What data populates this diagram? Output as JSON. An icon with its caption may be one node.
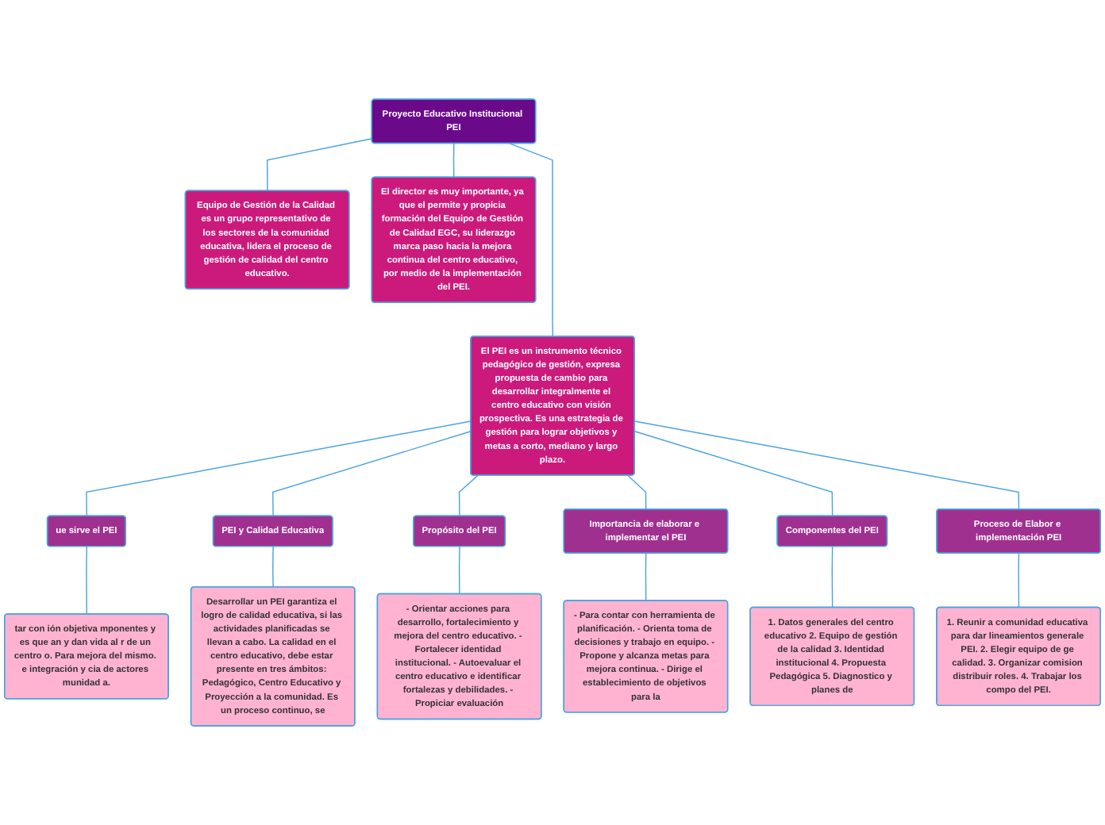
{
  "diagram": {
    "nodes": [
      {
        "text": [
          "Proyecto Educativo Institucional PEI"
        ]
      },
      {
        "text": [
          "Equipo de Gestión de la Calidad es un grupo representativo de los sectores de la comunidad educativa, lidera el proceso de gestión de calidad del centro educativo."
        ]
      },
      {
        "text": [
          "El PEI es un instrumento técnico pedagógico de gestión, expresa propuesta de cambio para desarrollar integralmente el centro educativo con visión prospectiva. Es una estrategia de gestión para lograr objetivos y metas a corto, mediano y largo plazo."
        ]
      },
      {
        "text": [
          "El director es muy importante, ya que el permite y propicia formación del Equipo de Gestión de Calidad EGC, su liderazgo marca paso hacia la mejora continua del centro educativo, por medio de la implementación del PEI."
        ]
      },
      {
        "text": [
          "ue sirve el PEI"
        ]
      },
      {
        "text": [
          "tar con ión objetiva mponentes y es que an y dan vida al r de un centro o. Para mejora del mismo. e integración y cia de actores munidad a."
        ]
      },
      {
        "text": [
          "PEI y Calidad Educativa"
        ]
      },
      {
        "text": [
          "Desarrollar un PEI garantiza el logro de calidad educativa, si las actividades planificadas se llevan a cabo. La calidad en el centro educativo, debe estar presente en tres ámbitos: Pedagógico, Centro Educativo y Proyección a la comunidad. Es un proceso continuo, se"
        ]
      },
      {
        "text": [
          "Propósito del PEI"
        ]
      },
      {
        "text": [
          "- Orientar acciones para desarrollo, fortalecimiento y mejora del centro educativo. - Fortalecer identidad institucional. - Autoevaluar el centro educativo e identificar fortalezas y debilidades. - Propiciar evaluación"
        ]
      },
      {
        "text": [
          "Importancia de elaborar e implementar el PEI"
        ]
      },
      {
        "text": [
          "- Para contar con herramienta de planificación. - Orienta toma de decisiones y trabajo en equipo. - Propone y alcanza metas para mejora continua. - Dirige el establecimiento de objetivos para la"
        ]
      },
      {
        "text": [
          "Componentes del PEI"
        ]
      },
      {
        "text": [
          "1. Datos generales del centro educativo 2. Equipo de gestión de la calidad 3. Identidad institucional 4. Propuesta Pedagógica 5. Diagnostico y planes de"
        ]
      },
      {
        "text": [
          "Proceso de Elabor e implementación PEI"
        ]
      },
      {
        "text": [
          "1. Reunir a comunidad educativa para dar lineamientos generale PEI. 2. Elegir equipo de ge calidad. 3. Organizar comision distribuir roles. 4. Trabajar los compo del PEI."
        ]
      }
    ],
    "edges": [
      {
        "from": 0,
        "to": 1,
        "arrow": "none"
      },
      {
        "from": 0,
        "to": 2,
        "arrow": "none"
      },
      {
        "from": 0,
        "to": 3,
        "arrow": "none"
      },
      {
        "from": 2,
        "to": 4,
        "arrow": "none"
      },
      {
        "from": 2,
        "to": 6,
        "arrow": "none"
      },
      {
        "from": 2,
        "to": 8,
        "arrow": "none"
      },
      {
        "from": 2,
        "to": 10,
        "arrow": "none"
      },
      {
        "from": 2,
        "to": 12,
        "arrow": "none"
      },
      {
        "from": 2,
        "to": 14,
        "arrow": "none"
      },
      {
        "from": 4,
        "to": 5,
        "arrow": "none"
      },
      {
        "from": 6,
        "to": 7,
        "arrow": "none"
      },
      {
        "from": 8,
        "to": 9,
        "arrow": "none"
      },
      {
        "from": 10,
        "to": 11,
        "arrow": "none"
      },
      {
        "from": 12,
        "to": 13,
        "arrow": "none"
      },
      {
        "from": 14,
        "to": 15,
        "arrow": "none"
      }
    ]
  }
}
